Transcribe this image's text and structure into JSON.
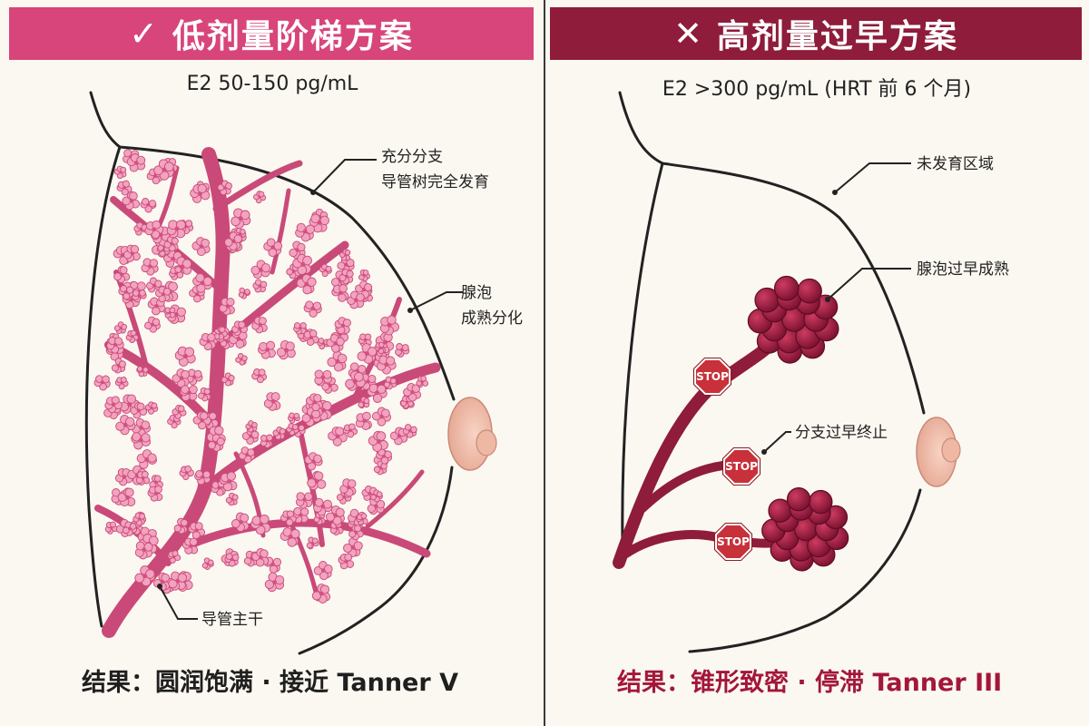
{
  "left": {
    "header": "低剂量阶梯方案",
    "header_icon": "check-mark-icon",
    "subtitle": "E2  50-150 pg/mL",
    "labels": {
      "branching_line1": "充分分支",
      "branching_line2": "导管树完全发育",
      "alveoli_line1": "腺泡",
      "alveoli_line2": "成熟分化",
      "main_duct": "导管主干"
    },
    "result": "结果：圆润饱满 · 接近 Tanner V"
  },
  "right": {
    "header": "高剂量过早方案",
    "header_icon": "x-mark-icon",
    "subtitle": "E2 >300 pg/mL (HRT 前 6 个月)",
    "labels": {
      "undeveloped": "未发育区域",
      "premature_alveoli": "腺泡过早成熟",
      "premature_stop": "分支过早终止"
    },
    "stop_sign": "STOP",
    "result": "结果：锥形致密 · 停滞 Tanner III"
  },
  "colors": {
    "left_banner": "#d8457a",
    "right_banner": "#8e1c3a",
    "healthy_duct": "#c94a78",
    "blossom": "#f2a3bf",
    "dense_lobule": "#a11d3f",
    "stop_sign": "#c8303a",
    "right_result": "#a3173a"
  }
}
